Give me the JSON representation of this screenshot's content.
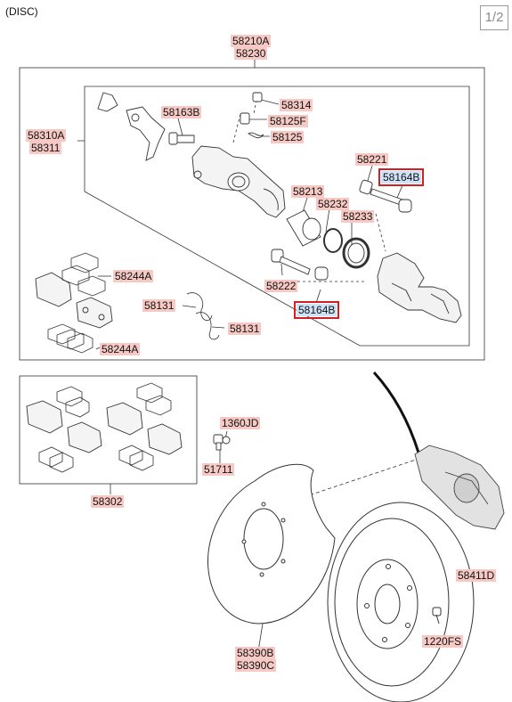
{
  "header": {
    "title": "(DISC)",
    "page_indicator": "1/2"
  },
  "labels": {
    "l58210": "58210A",
    "l58230": "58230",
    "l58310a": "58310A",
    "l58311": "58311",
    "l58314": "58314",
    "l58163b": "58163B",
    "l58125f": "58125F",
    "l58125": "58125",
    "l58221": "58221",
    "l58164b_top": "58164B",
    "l58213": "58213",
    "l58232": "58232",
    "l58233": "58233",
    "l58222": "58222",
    "l58164b_bot": "58164B",
    "l58244a_top": "58244A",
    "l58131_a": "58131",
    "l58131_b": "58131",
    "l58244a_bot": "58244A",
    "l1360jd": "1360JD",
    "l51711": "51711",
    "l58302": "58302",
    "l58411d": "58411D",
    "l1220fs": "1220FS",
    "l58390b": "58390B",
    "l58390c": "58390C"
  },
  "colors": {
    "label_bg": "#f7c9c4",
    "highlight_bg": "#cfe2f7",
    "highlight_border": "#d21f1f"
  }
}
